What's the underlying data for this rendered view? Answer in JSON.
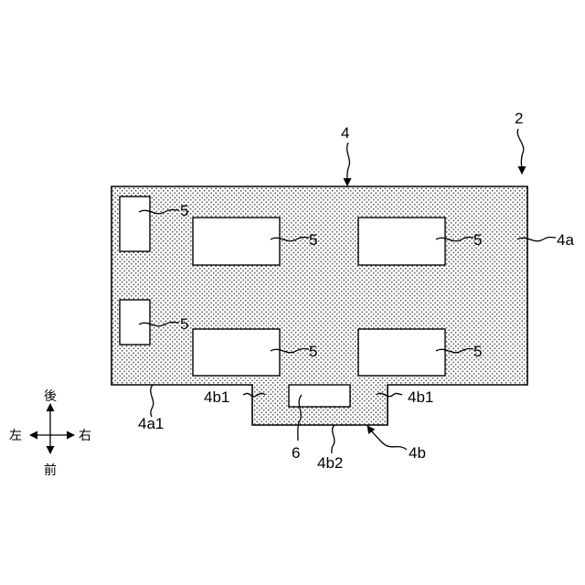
{
  "labels": {
    "device": "2",
    "board": "4",
    "main_part": "4a",
    "main_edge": "4a1",
    "protrusion": "4b",
    "protrusion_side_left": "4b1",
    "protrusion_side_right": "4b1",
    "protrusion_edge": "4b2",
    "recess": "6",
    "opening": "5"
  },
  "directions": {
    "back": "後",
    "front": "前",
    "left": "左",
    "right": "右"
  }
}
